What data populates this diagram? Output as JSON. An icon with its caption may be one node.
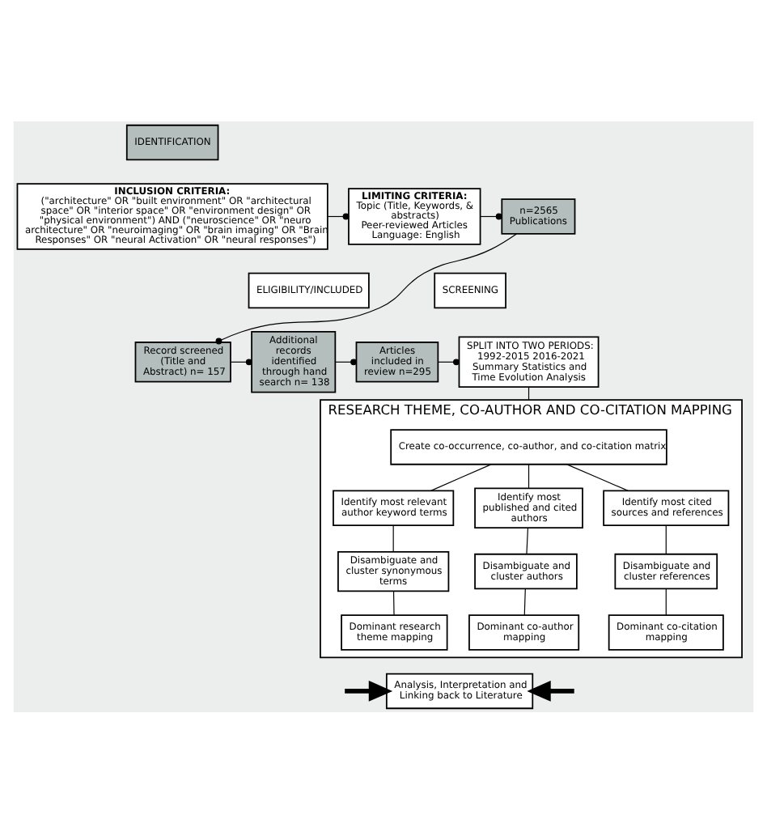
{
  "diagram": {
    "nodes": [
      {
        "text": [
          "IDENTIFICATION"
        ]
      },
      {
        "text": [
          "INCLUSION CRITERIA:",
          "(\"architecture\" OR \"built environment\" OR \"architectural space\" OR \"interior space\" OR \"environment design\" OR \"physical environment\") AND (\"neuroscience\" OR \"neuro architecture\" OR \"neuroimaging\" OR \"brain imaging\" OR \"Brain Responses\" OR \"neural Activation\" OR \"neural responses\")"
        ]
      },
      {
        "text": [
          "LIMITING CRITERIA:",
          "Topic (Title, Keywords, & abstracts)",
          "Peer-reviewed Articles",
          "Language: English"
        ]
      },
      {
        "text": [
          "n=2565 Publications"
        ]
      },
      {
        "text": [
          "ELIGIBILITY/INCLUDED"
        ]
      },
      {
        "text": [
          "SCREENING"
        ]
      },
      {
        "text": [
          "SPLIT INTO TWO PERIODS: 1992-2015 2016-2021 Summary Statistics and Time Evolution Analysis"
        ]
      },
      {
        "text": [
          "Articles included in review n=295"
        ]
      },
      {
        "text": [
          "Additional records identified through hand search n= 138"
        ]
      },
      {
        "text": [
          "Record screened (Title and Abstract) n= 157"
        ]
      },
      {
        "text": [
          "RESEARCH THEME, CO-AUTHOR AND CO-CITATION MAPPING"
        ]
      },
      {
        "text": [
          "Create co-occurrence, co-author, and co-citation matrix"
        ],
        "in": 10
      },
      {
        "text": [
          "Identify most relevant author keyword terms"
        ],
        "in": 10
      },
      {
        "text": [
          "Identify most published and cited authors"
        ],
        "in": 10
      },
      {
        "text": [
          "Identify most cited sources and references"
        ],
        "in": 10
      },
      {
        "text": [
          "Disambiguate and cluster synonymous terms"
        ],
        "in": 10
      },
      {
        "text": [
          "Disambiguate and cluster authors"
        ],
        "in": 10
      },
      {
        "text": [
          "Disambiguate and cluster references"
        ],
        "in": 10
      },
      {
        "text": [
          "Dominant research theme mapping"
        ],
        "in": 10
      },
      {
        "text": [
          "Dominant co-author mapping"
        ],
        "in": 10
      },
      {
        "text": [
          "Dominant co-citation mapping"
        ],
        "in": 10
      },
      {
        "text": [
          "Analysis, Interpretation and Linking back to Literature"
        ]
      }
    ],
    "edges": [
      {
        "from": 1,
        "to": 2,
        "arrow": "other"
      },
      {
        "from": 2,
        "to": 3,
        "arrow": "other"
      },
      {
        "from": 3,
        "to": 9,
        "arrow": "other"
      },
      {
        "from": 9,
        "to": 8,
        "arrow": "other"
      },
      {
        "from": 8,
        "to": 7,
        "arrow": "other"
      },
      {
        "from": 7,
        "to": 6,
        "arrow": "other"
      },
      {
        "from": 6,
        "to": 10,
        "arrow": "none"
      },
      {
        "from": 11,
        "to": 12,
        "arrow": "none"
      },
      {
        "from": 11,
        "to": 13,
        "arrow": "none"
      },
      {
        "from": 11,
        "to": 14,
        "arrow": "none"
      },
      {
        "from": 12,
        "to": 15,
        "arrow": "none"
      },
      {
        "from": 13,
        "to": 16,
        "arrow": "none"
      },
      {
        "from": 14,
        "to": 17,
        "arrow": "none"
      },
      {
        "from": 15,
        "to": 18,
        "arrow": "none"
      },
      {
        "from": 16,
        "to": 19,
        "arrow": "none"
      },
      {
        "from": 17,
        "to": 20,
        "arrow": "none"
      },
      {
        "from": null,
        "to": 21,
        "arrow": "to",
        "style": "thick"
      },
      {
        "from": null,
        "to": 21,
        "arrow": "to",
        "style": "thick"
      }
    ]
  }
}
